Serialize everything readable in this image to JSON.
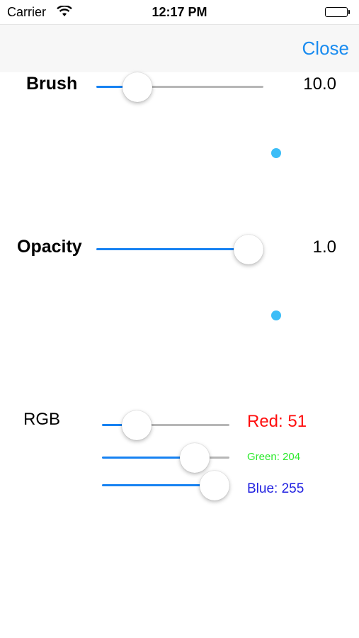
{
  "status_bar": {
    "carrier": "Carrier",
    "time": "12:17 PM",
    "icons": [
      "wifi-icon",
      "battery-icon"
    ]
  },
  "nav_bar": {
    "close_label": "Close"
  },
  "brush": {
    "label": "Brush",
    "value_text": "10.0",
    "slider_fraction": 0.19,
    "preview_color": "#3cbdf7"
  },
  "opacity": {
    "label": "Opacity",
    "value_text": "1.0",
    "slider_fraction": 1.0,
    "preview_color": "#3cbdf7"
  },
  "rgb": {
    "label": "RGB",
    "red": {
      "text": "Red: 51",
      "fraction": 0.2,
      "color": "#ff0d0d"
    },
    "green": {
      "text": "Green: 204",
      "fraction": 0.8,
      "color": "#2dea2d"
    },
    "blue": {
      "text": "Blue: 255",
      "fraction": 1.0,
      "color": "#1f1fe0"
    }
  },
  "colors": {
    "accent": "#1782f2",
    "track_inactive": "#b6b6b6"
  }
}
